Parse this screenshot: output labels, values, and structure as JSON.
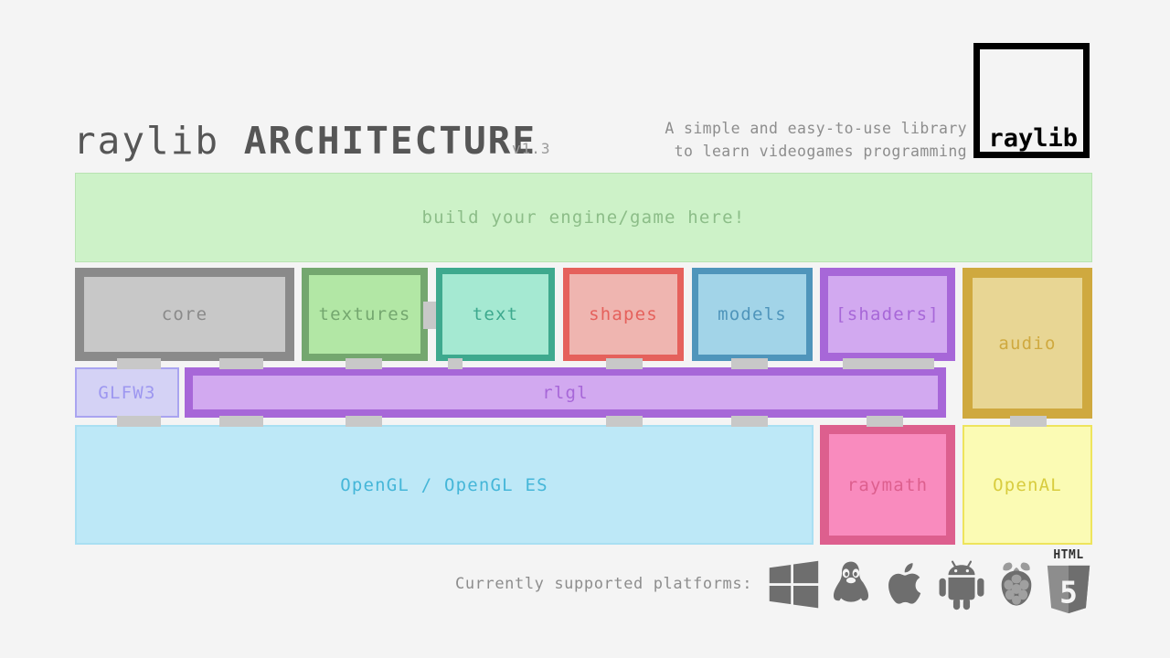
{
  "header": {
    "title_part1": "raylib ",
    "title_part2": "ARCHITECTURE",
    "version": "v1.3",
    "tagline_line1": "A simple and easy-to-use library",
    "tagline_line2": "to learn videogames programming",
    "logo_text": "raylib"
  },
  "banner": {
    "label": "build your engine/game here!"
  },
  "modules": [
    {
      "label": "core",
      "border": "#8a8a8a",
      "fill": "#c8c8c8",
      "text": "#8a8a8a"
    },
    {
      "label": "textures",
      "border": "#74a76f",
      "fill": "#b2e7a5",
      "text": "#74a76f"
    },
    {
      "label": "text",
      "border": "#3ea98e",
      "fill": "#a5e9d2",
      "text": "#3ea98e"
    },
    {
      "label": "shapes",
      "border": "#e5615c",
      "fill": "#efb5b0",
      "text": "#e5615c"
    },
    {
      "label": "models",
      "border": "#4f95bb",
      "fill": "#a2d4e8",
      "text": "#4f95bb"
    },
    {
      "label": "[shaders]",
      "border": "#a767d8",
      "fill": "#d2a9f0",
      "text": "#a767d8"
    },
    {
      "label": "audio",
      "border": "#cfa93f",
      "fill": "#e8d694",
      "text": "#cfa93f"
    }
  ],
  "middle": [
    {
      "label": "GLFW3",
      "border": "#a9a4f0",
      "fill": "#d4d2f5",
      "text": "#9d97f0"
    },
    {
      "label": "rlgl",
      "border": "#a767d8",
      "fill": "#d2a9f0",
      "text": "#a767d8"
    }
  ],
  "bottom": [
    {
      "label": "OpenGL / OpenGL ES",
      "border": "#a9dff2",
      "fill": "#bde8f7",
      "text": "#45b6d8"
    },
    {
      "label": "raymath",
      "border": "#dd5f8e",
      "fill": "#f98bbe",
      "text": "#dd5f8e"
    },
    {
      "label": "OpenAL",
      "border": "#eee45c",
      "fill": "#fbfbb4",
      "text": "#d8cc3e"
    }
  ],
  "platforms": {
    "label": "Currently supported platforms:",
    "items": [
      "windows-icon",
      "linux-tux-icon",
      "apple-icon",
      "android-icon",
      "raspberry-pi-icon",
      "html5-icon"
    ],
    "html5_top_text": "HTML",
    "html5_number": "5"
  },
  "colors": {
    "background": "#f4f4f4",
    "connector": "#c8c8c8",
    "icon_gray": "#6e6e6e"
  }
}
